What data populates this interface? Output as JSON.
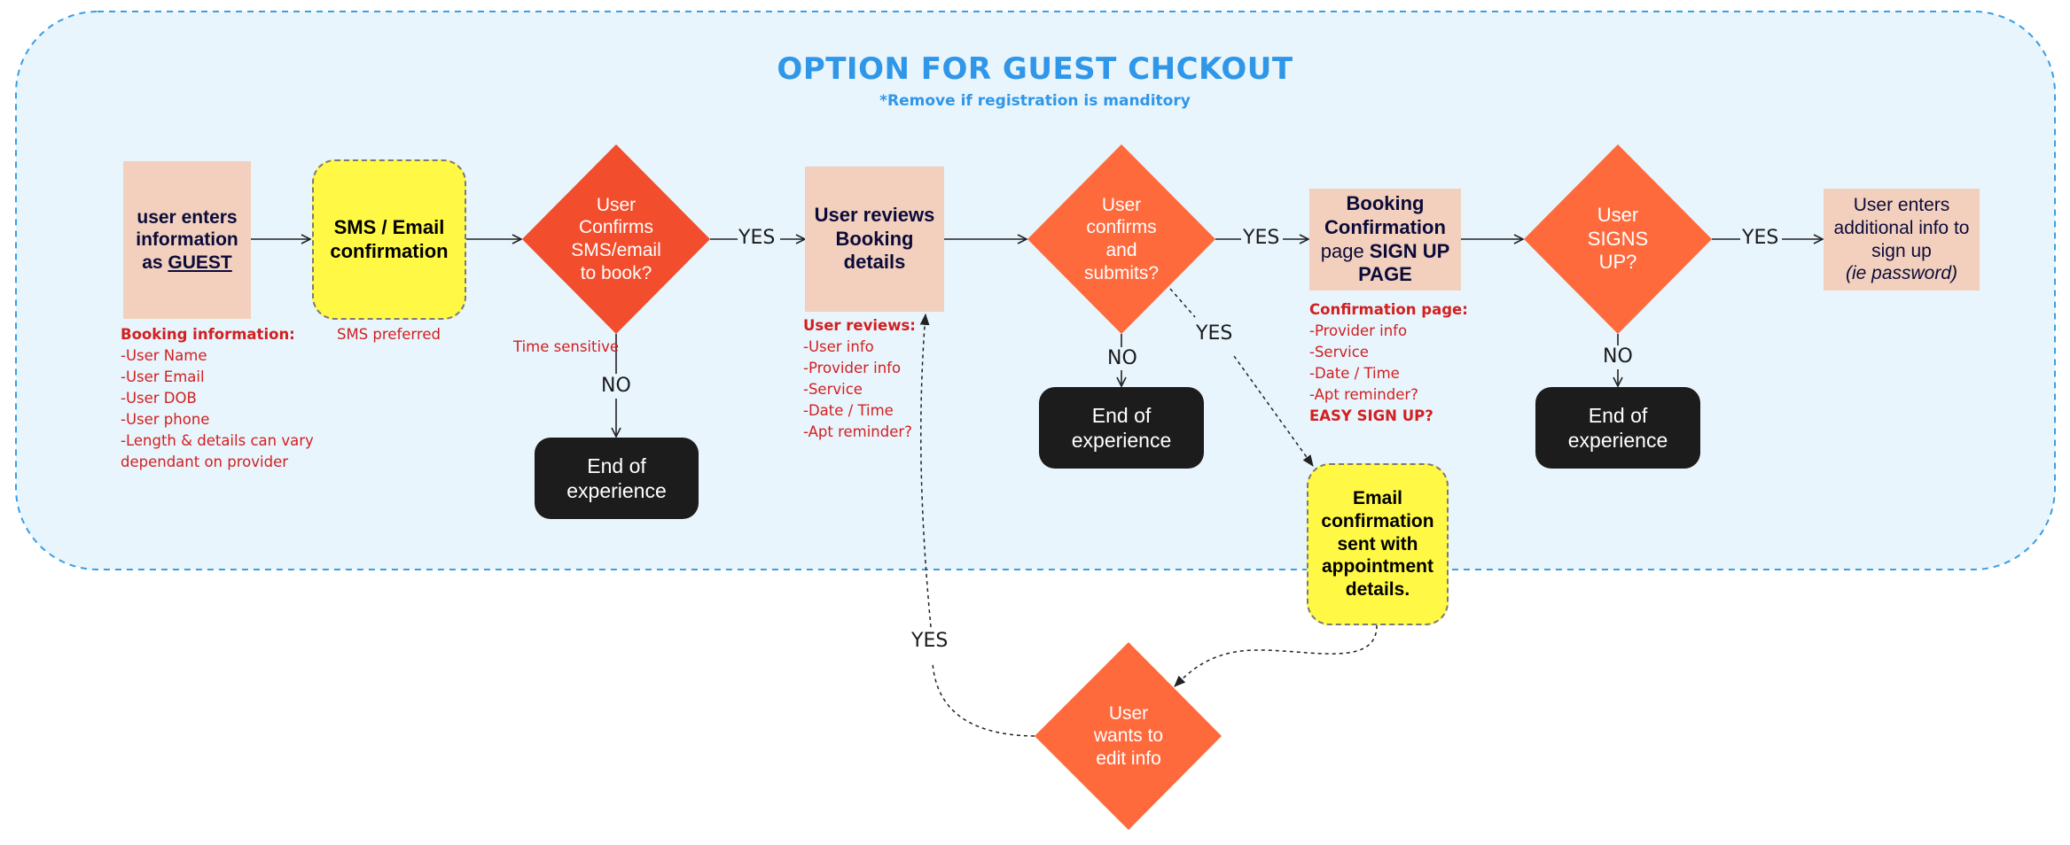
{
  "header": {
    "title": "OPTION FOR GUEST CHCKOUT",
    "subtitle": "*Remove if registration is manditory"
  },
  "nodes": {
    "guest_entry": {
      "line1": "user enters",
      "line2": "information",
      "line3_prefix": "as ",
      "line3_underlined": "GUEST"
    },
    "sms_email": {
      "line1": "SMS / Email",
      "line2": "confirmation"
    },
    "confirm_sms": {
      "line1": "User",
      "line2": "Confirms",
      "line3": "SMS/email",
      "line4": "to book?"
    },
    "review_booking": {
      "line1": "User reviews",
      "line2": "Booking",
      "line3": "details"
    },
    "confirm_submit": {
      "line1": "User",
      "line2": "confirms",
      "line3": "and",
      "line4": "submits?"
    },
    "booking_conf": {
      "line1": "Booking",
      "line2": "Confirmation",
      "line3_normal": "page ",
      "line3_bold": "SIGN UP",
      "line4": "PAGE"
    },
    "signs_up": {
      "line1": "User",
      "line2": "SIGNS",
      "line3": "UP?"
    },
    "additional_info": {
      "line1": "User enters",
      "line2": "additional info to",
      "line3": "sign up",
      "line4": "(ie password)"
    },
    "end_1": {
      "line1": "End of",
      "line2": "experience"
    },
    "end_2": {
      "line1": "End of",
      "line2": "experience"
    },
    "end_3": {
      "line1": "End of",
      "line2": "experience"
    },
    "email_sent": {
      "line1": "Email",
      "line2": "confirmation",
      "line3": "sent with",
      "line4": "appointment",
      "line5": "details."
    },
    "edit_info": {
      "line1": "User",
      "line2": "wants to",
      "line3": "edit info"
    }
  },
  "edge_labels": {
    "yes_1": "YES",
    "no_1": "NO",
    "yes_2": "YES",
    "no_2": "NO",
    "yes_diag": "YES",
    "yes_3": "YES",
    "no_3": "NO",
    "yes_edit": "YES"
  },
  "notes": {
    "booking_info": {
      "heading": "Booking information:",
      "items": [
        "-User Name",
        "-User Email",
        "-User DOB",
        "-User phone",
        "-Length & details can vary",
        "dependant on provider"
      ]
    },
    "sms_preferred": "SMS preferred",
    "time_sensitive": "Time sensitive",
    "user_reviews": {
      "heading": "User reviews:",
      "items": [
        "-User info",
        "-Provider info",
        "-Service",
        "-Date / Time",
        "-Apt reminder?"
      ]
    },
    "confirmation_page": {
      "heading": "Confirmation page:",
      "items": [
        "-Provider info",
        "-Service",
        "-Date / Time",
        "-Apt reminder?"
      ],
      "footer": "EASY SIGN UP?"
    }
  },
  "colors": {
    "region_fill": "#e8f5fd",
    "region_border": "#3a9ee4",
    "title": "#2f96e8",
    "peach": "#f2d0bd",
    "yellow": "#fff945",
    "diamond_orange": "#ff6a3d",
    "diamond_red": "#f24d2c",
    "end_box": "#1c1c1c",
    "note_red": "#d21f1f"
  }
}
